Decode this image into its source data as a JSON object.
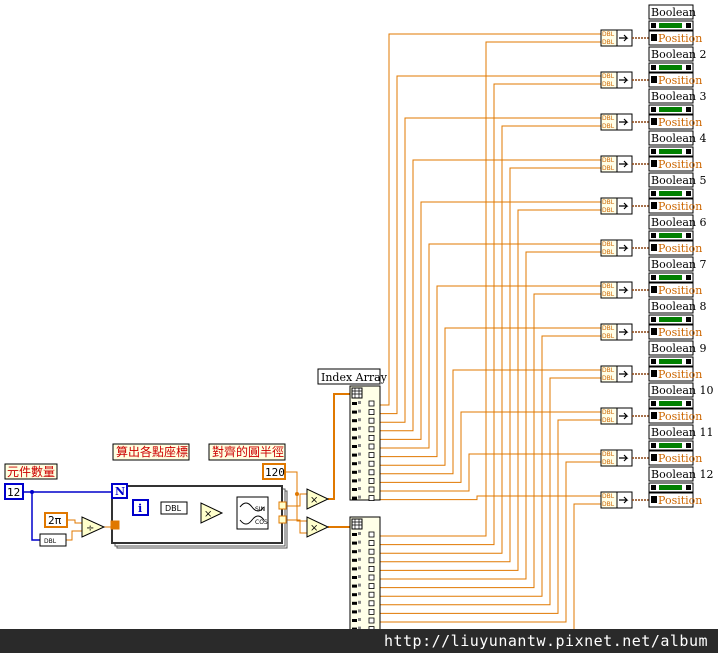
{
  "labels": {
    "element_count": "元件數量",
    "compute_points": "算出各點座標",
    "circle_radius": "對齊的圓半徑",
    "index_array": "Index Array"
  },
  "constants": {
    "count": "12",
    "two_pi": "2π",
    "radius": "120",
    "n_terminal": "N",
    "i_terminal": "i",
    "dbl": "DBL",
    "sin": "SIN",
    "cos": "COS",
    "divide": "÷",
    "multiply": "×"
  },
  "indicators": [
    {
      "name": "Boolean",
      "field": "Position"
    },
    {
      "name": "Boolean 2",
      "field": "Position"
    },
    {
      "name": "Boolean 3",
      "field": "Position"
    },
    {
      "name": "Boolean 4",
      "field": "Position"
    },
    {
      "name": "Boolean 5",
      "field": "Position"
    },
    {
      "name": "Boolean 6",
      "field": "Position"
    },
    {
      "name": "Boolean 7",
      "field": "Position"
    },
    {
      "name": "Boolean 8",
      "field": "Position"
    },
    {
      "name": "Boolean 9",
      "field": "Position"
    },
    {
      "name": "Boolean 10",
      "field": "Position"
    },
    {
      "name": "Boolean 11",
      "field": "Position"
    },
    {
      "name": "Boolean 12",
      "field": "Position"
    }
  ],
  "watermark": "http://liuyunantw.pixnet.net/album",
  "colors": {
    "dbl_wire": "#e07800",
    "int_wire": "#0000cc",
    "label_red": "#cc0000",
    "bool_green": "#008000"
  }
}
